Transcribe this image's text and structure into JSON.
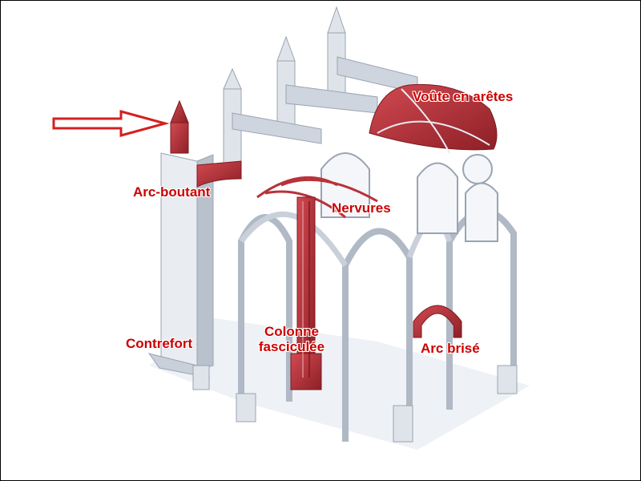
{
  "labels": {
    "voute": "Voûte en arêtes",
    "arc_boutant": "Arc-boutant",
    "nervures": "Nervures",
    "contrefort": "Contrefort",
    "colonne_line1": "Colonne",
    "colonne_line2": "fasciculée",
    "arc_brise": "Arc brisé"
  },
  "colors": {
    "label": "#cc0000",
    "highlight": "#b8323a",
    "stone_light": "#e9edf2",
    "stone_mid": "#c9d0da",
    "stone_dark": "#9aa4b2",
    "arrow": "#d42020"
  }
}
